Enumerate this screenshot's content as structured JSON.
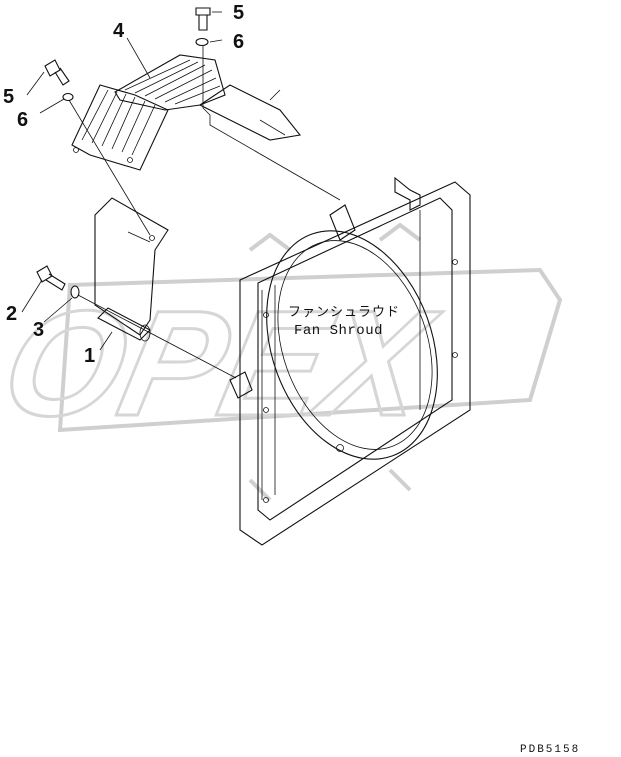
{
  "diagram": {
    "callouts": {
      "c1": "1",
      "c2": "2",
      "c3": "3",
      "c4": "4",
      "c5_top": "5",
      "c6_top": "6",
      "c5_left": "5",
      "c6_left": "6"
    },
    "shroud_label_jp": "ファンシュラウド",
    "shroud_label_en": "Fan Shroud",
    "document_code": "PDB5158",
    "watermark": "OPEX"
  },
  "colors": {
    "ink": "#111111",
    "watermark": "#cfcfcf"
  }
}
